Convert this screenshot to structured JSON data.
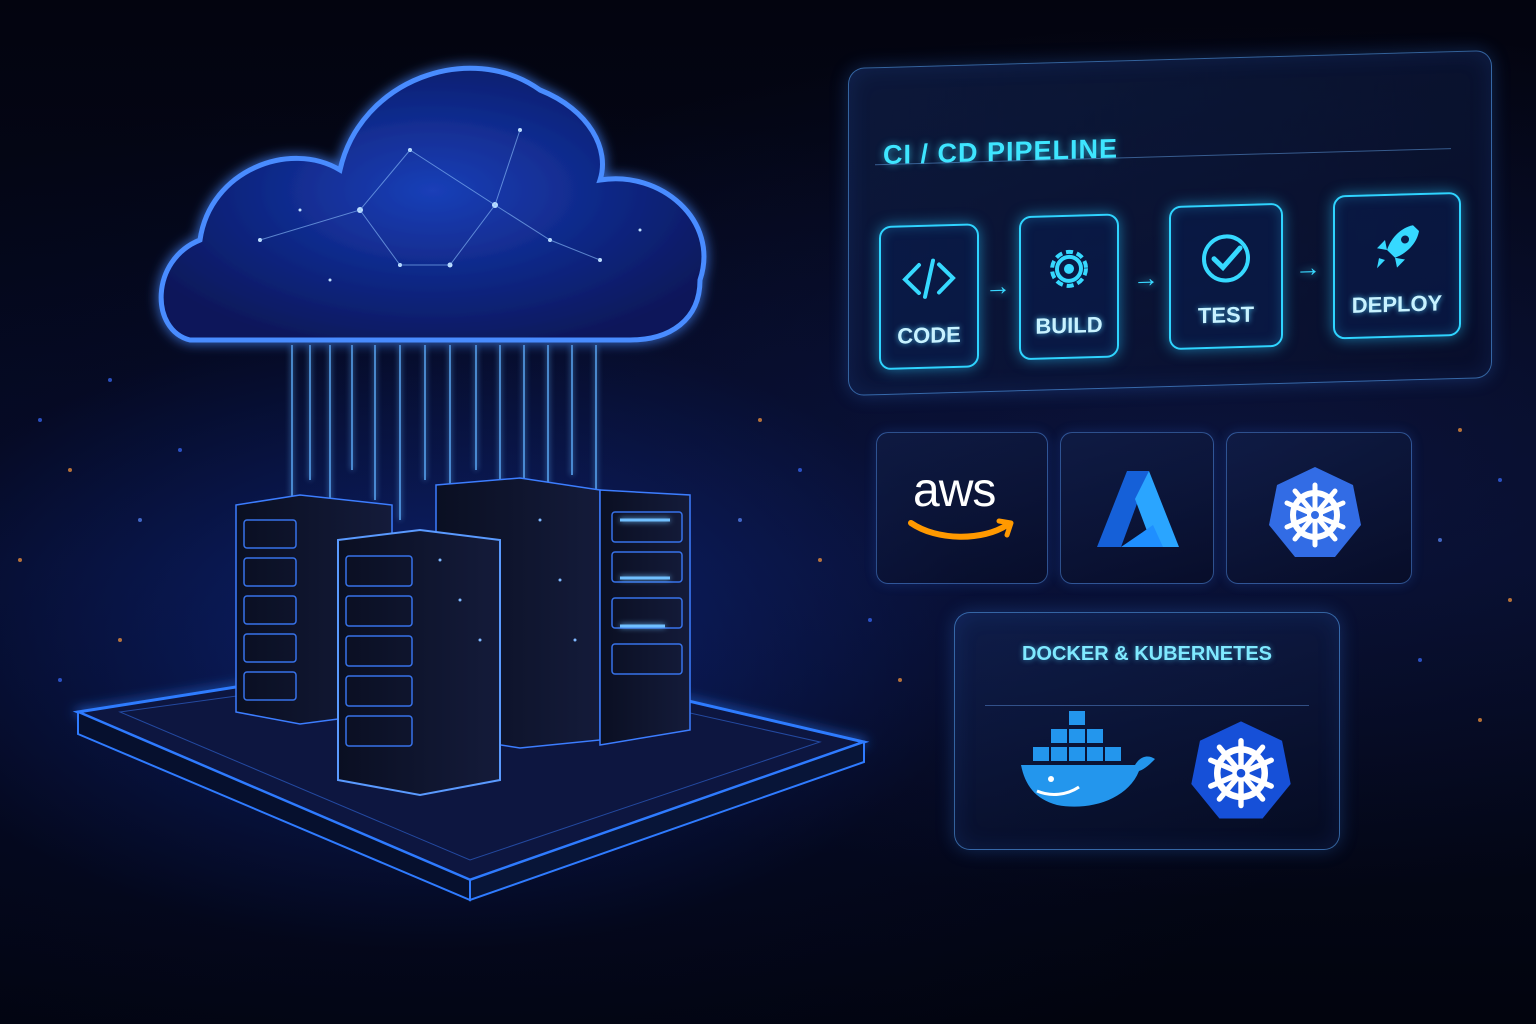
{
  "pipeline": {
    "title": "CI / CD PIPELINE",
    "stages": [
      {
        "label": "CODE",
        "icon": "code-icon"
      },
      {
        "label": "BUILD",
        "icon": "gear-icon"
      },
      {
        "label": "TEST",
        "icon": "check-circle-icon"
      },
      {
        "label": "DEPLOY",
        "icon": "rocket-icon"
      }
    ],
    "arrow": "→"
  },
  "providers": {
    "aws_label": "aws",
    "logos": [
      "aws-logo",
      "azure-logo",
      "kubernetes-logo"
    ]
  },
  "containers": {
    "title": "DOCKER & KUBERNETES",
    "logos": [
      "docker-logo",
      "kubernetes-logo"
    ]
  },
  "colors": {
    "accent": "#2fd4ff",
    "glow": "#3a7bff",
    "aws_orange": "#ff9900",
    "azure_blue": "#1f8fff",
    "kubernetes_blue": "#326ce5",
    "docker_blue": "#2396ed"
  }
}
